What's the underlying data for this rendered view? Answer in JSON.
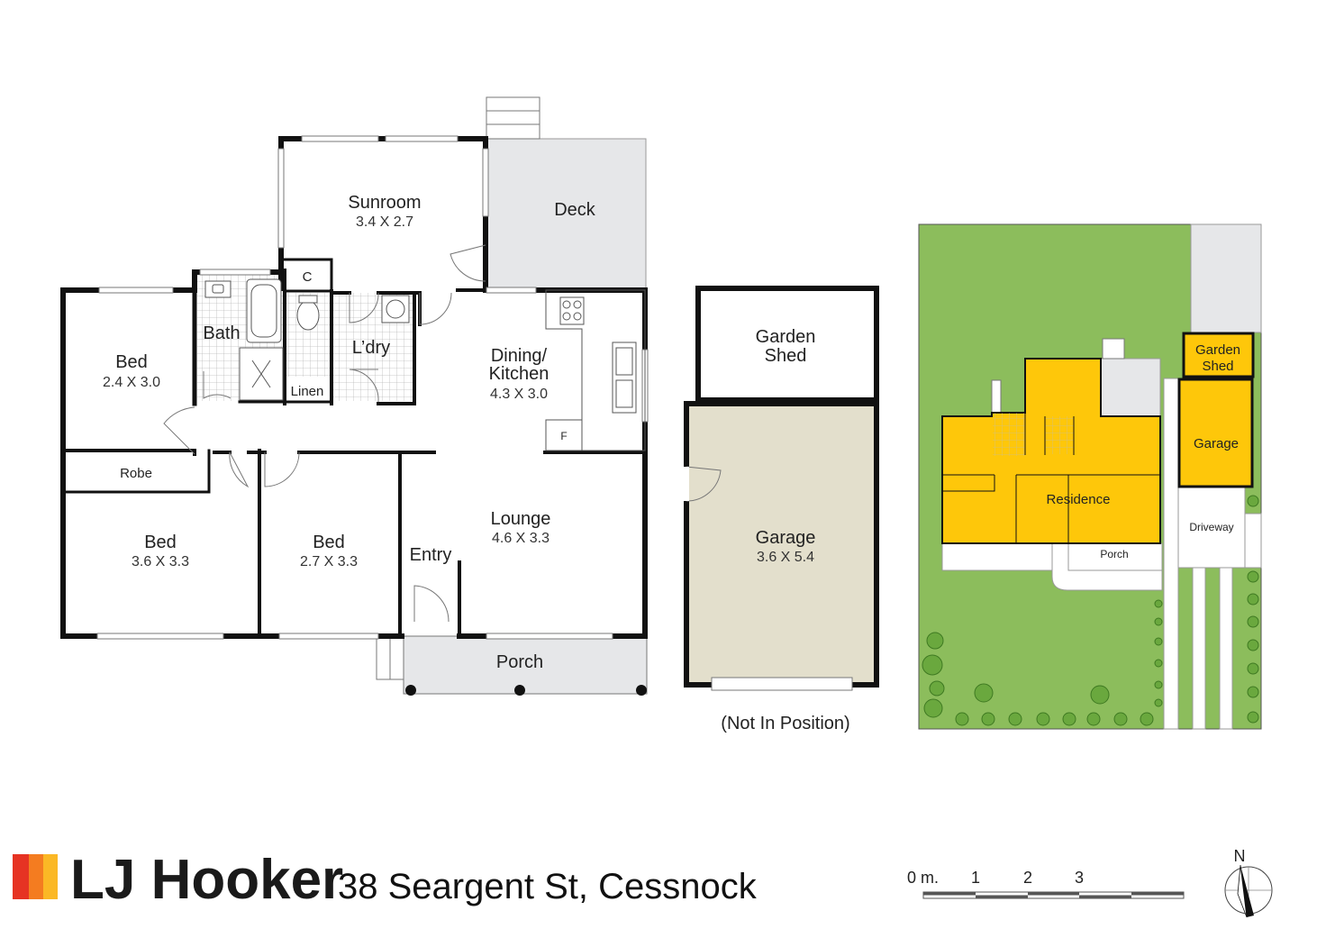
{
  "colors": {
    "wall": "#111111",
    "deck": "#e6e7e9",
    "garage": "#e3dfcc",
    "lawn": "#8cbd5c",
    "building": "#fec70a",
    "brand_red": "#e63323",
    "brand_orange": "#f47c20",
    "brand_yellow": "#fbb825"
  },
  "plan": {
    "sunroom": {
      "name": "Sunroom",
      "dim": "3.4 X 2.7"
    },
    "deck": {
      "name": "Deck"
    },
    "cupboard": {
      "name": "C"
    },
    "bath": {
      "name": "Bath"
    },
    "laundry": {
      "name": "L’dry"
    },
    "linen": {
      "name": "Linen"
    },
    "bed1": {
      "name": "Bed",
      "dim": "2.4 X 3.0"
    },
    "dining": {
      "name_line1": "Dining/",
      "name_line2": "Kitchen",
      "dim": "4.3 X 3.0"
    },
    "fridge": {
      "name": "F"
    },
    "robe": {
      "name": "Robe"
    },
    "bed2": {
      "name": "Bed",
      "dim": "3.6 X 3.3"
    },
    "bed3": {
      "name": "Bed",
      "dim": "2.7 X 3.3"
    },
    "entry": {
      "name": "Entry"
    },
    "lounge": {
      "name": "Lounge",
      "dim": "4.6 X 3.3"
    },
    "porch": {
      "name": "Porch"
    }
  },
  "outbuildings": {
    "garden_shed": {
      "line1": "Garden",
      "line2": "Shed"
    },
    "garage": {
      "name": "Garage",
      "dim": "3.6 X 5.4"
    },
    "note": "(Not In Position)"
  },
  "site": {
    "garden_shed": {
      "line1": "Garden",
      "line2": "Shed"
    },
    "garage": "Garage",
    "residence": "Residence",
    "porch": "Porch",
    "driveway": "Driveway"
  },
  "footer": {
    "brand": "LJ Hooker",
    "address": "38 Seargent St, Cessnock",
    "scale_labels": [
      "0 m.",
      "1",
      "2",
      "3"
    ],
    "north": "N"
  }
}
